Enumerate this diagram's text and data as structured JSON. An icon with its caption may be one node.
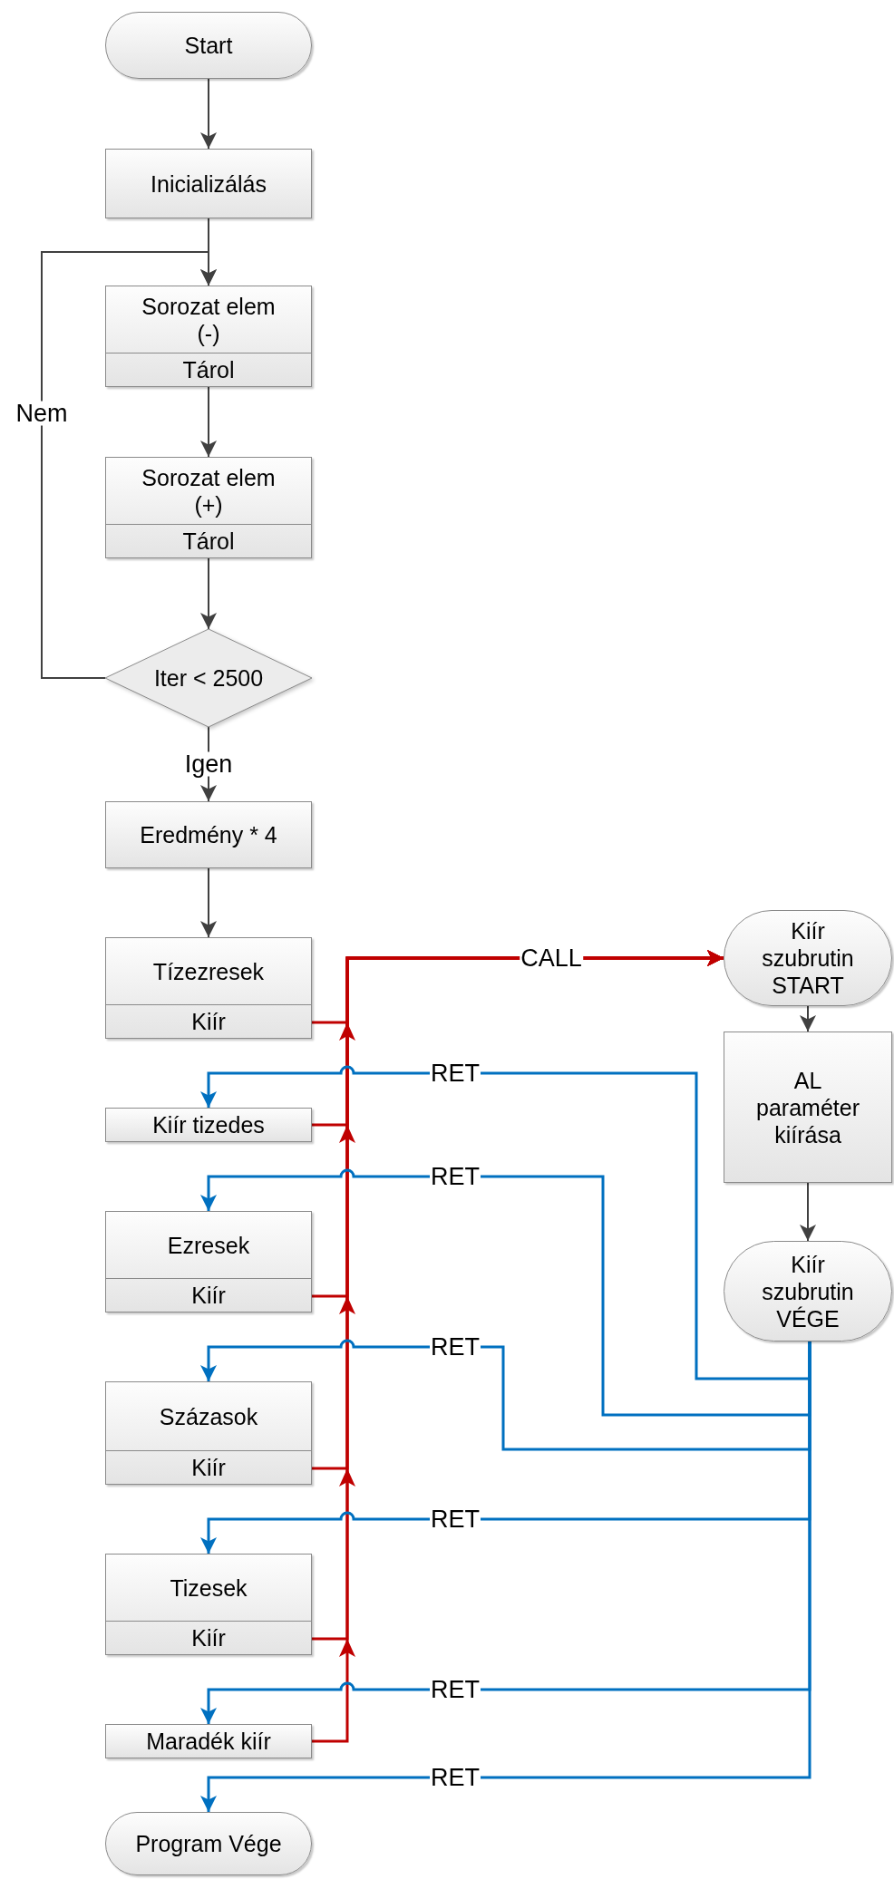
{
  "diagram": {
    "nodes": [
      {
        "text": [
          "Start"
        ]
      },
      {
        "text": [
          "Inicializálás"
        ]
      },
      {
        "text": [
          "Sorozat elem (-)",
          "Tárol"
        ]
      },
      {
        "text": [
          "Sorozat elem (+)",
          "Tárol"
        ]
      },
      {
        "text": [
          "Iter < 2500"
        ]
      },
      {
        "text": [
          "Eredmény * 4"
        ]
      },
      {
        "text": [
          "Tízezresek",
          "Kiír"
        ]
      },
      {
        "text": [
          "Kiír szubrutin START"
        ]
      },
      {
        "text": [
          "Kiír tizedes"
        ]
      },
      {
        "text": [
          "AL paraméter kiírása"
        ]
      },
      {
        "text": [
          "Ezresek",
          "Kiír"
        ]
      },
      {
        "text": [
          "Kiír szubrutin VÉGE"
        ]
      },
      {
        "text": [
          "Százasok",
          "Kiír"
        ]
      },
      {
        "text": [
          "Tizesek",
          "Kiír"
        ]
      },
      {
        "text": [
          "Maradék kiír"
        ]
      },
      {
        "text": [
          "Program Vége"
        ]
      }
    ],
    "edges": [
      {
        "from": 0,
        "to": 1,
        "arrow": "to"
      },
      {
        "from": 1,
        "to": 2,
        "arrow": "to"
      },
      {
        "from": 2,
        "to": 3,
        "arrow": "to"
      },
      {
        "from": 3,
        "to": 4,
        "arrow": "to"
      },
      {
        "from": 4,
        "to": 2,
        "arrow": "to",
        "label": "Nem"
      },
      {
        "from": 4,
        "to": 5,
        "arrow": "to",
        "label": "Igen"
      },
      {
        "from": 5,
        "to": 6,
        "arrow": "to"
      },
      {
        "from": 6,
        "to": 7,
        "arrow": "to",
        "label": "CALL",
        "color": "#c00000"
      },
      {
        "from": 8,
        "to": 7,
        "arrow": "to",
        "color": "#c00000"
      },
      {
        "from": 10,
        "to": 7,
        "arrow": "to",
        "color": "#c00000"
      },
      {
        "from": 12,
        "to": 7,
        "arrow": "to",
        "color": "#c00000"
      },
      {
        "from": 13,
        "to": 7,
        "arrow": "to",
        "color": "#c00000"
      },
      {
        "from": 14,
        "to": 7,
        "arrow": "to",
        "color": "#c00000"
      },
      {
        "from": 7,
        "to": 9,
        "arrow": "to"
      },
      {
        "from": 9,
        "to": 11,
        "arrow": "to"
      },
      {
        "from": 11,
        "to": 8,
        "arrow": "to",
        "label": "RET",
        "color": "#0070c0"
      },
      {
        "from": 11,
        "to": 10,
        "arrow": "to",
        "label": "RET",
        "color": "#0070c0"
      },
      {
        "from": 11,
        "to": 12,
        "arrow": "to",
        "label": "RET",
        "color": "#0070c0"
      },
      {
        "from": 11,
        "to": 13,
        "arrow": "to",
        "label": "RET",
        "color": "#0070c0"
      },
      {
        "from": 11,
        "to": 14,
        "arrow": "to",
        "label": "RET",
        "color": "#0070c0"
      },
      {
        "from": 11,
        "to": 15,
        "arrow": "to",
        "label": "RET",
        "color": "#0070c0"
      }
    ]
  }
}
